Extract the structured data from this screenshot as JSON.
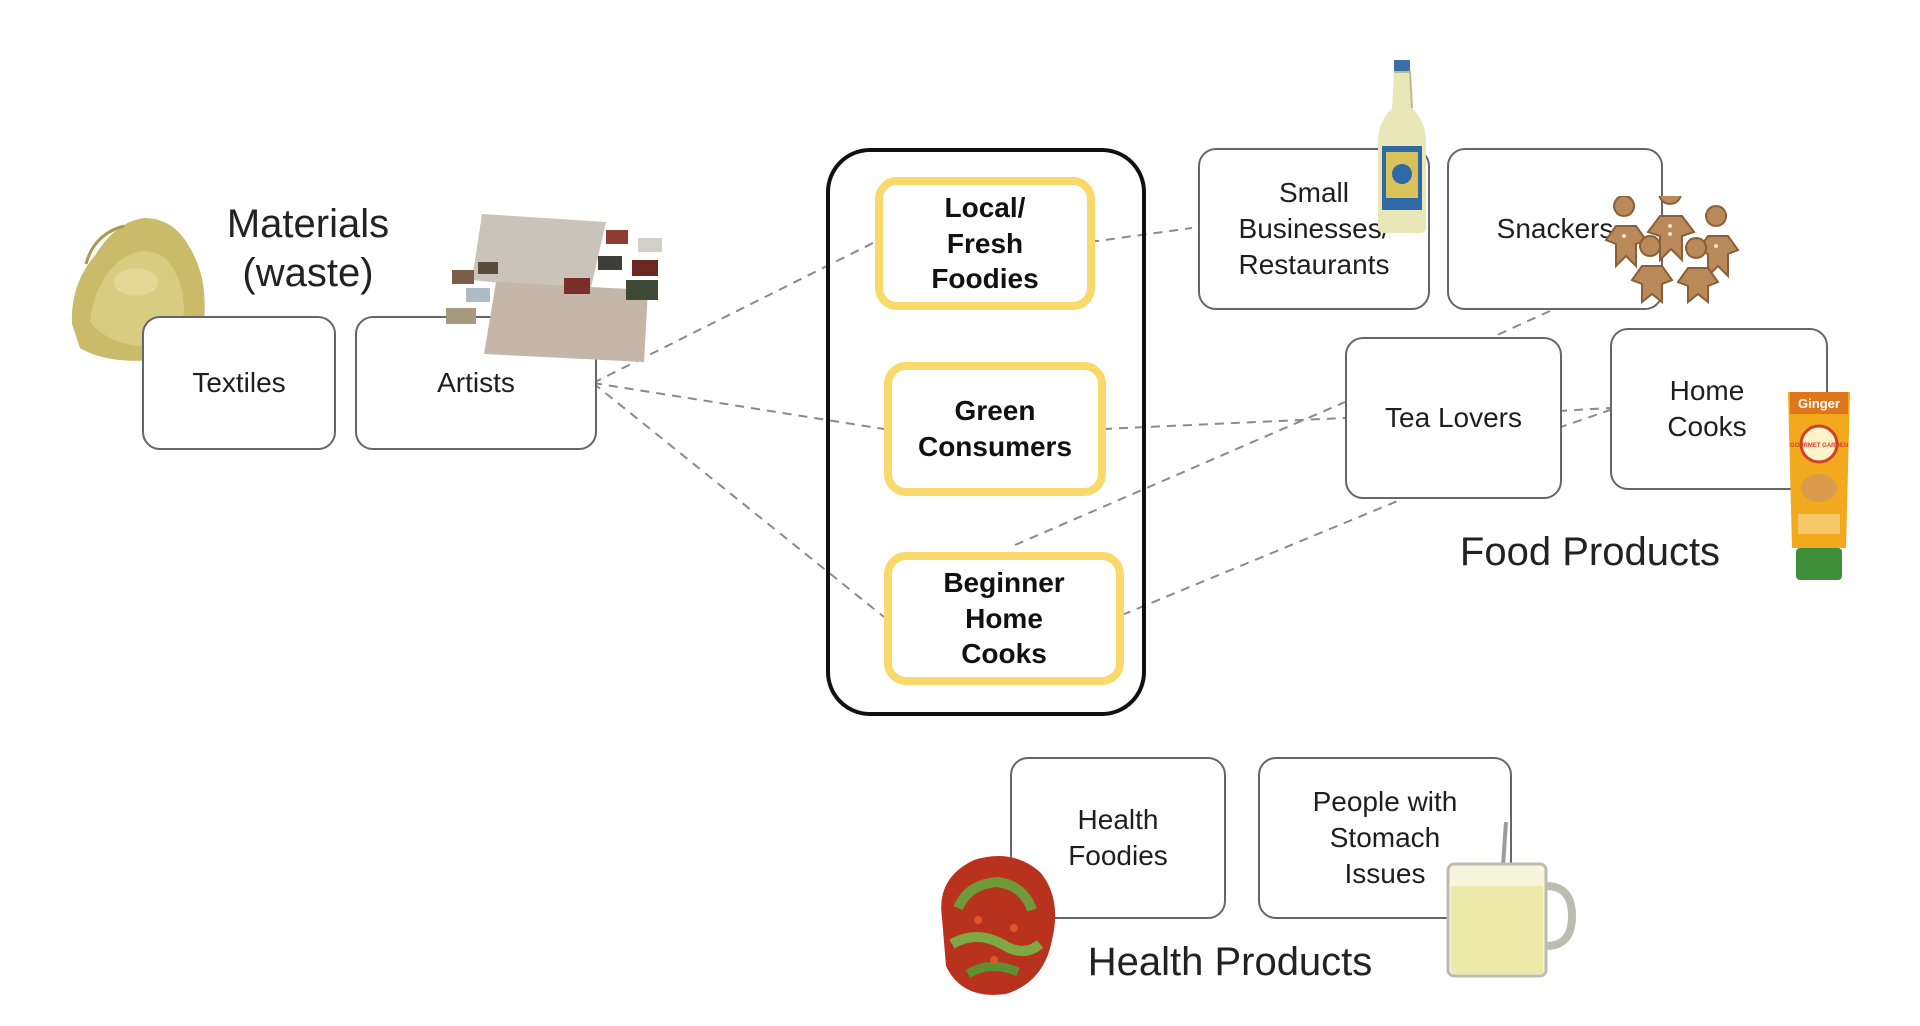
{
  "headings": {
    "materials": "Materials\n(waste)",
    "food_products": "Food Products",
    "health_products": "Health Products"
  },
  "material_nodes": {
    "textiles": "Textiles",
    "artists": "Artists"
  },
  "segments": {
    "local_fresh_foodies": "Local/\nFresh\nFoodies",
    "green_consumers": "Green\nConsumers",
    "beginner_home_cooks": "Beginner\nHome\nCooks"
  },
  "food_nodes": {
    "small_businesses": "Small\nBusinesses/\nRestaurants",
    "snackers": "Snackers",
    "tea_lovers": "Tea Lovers",
    "home_cooks": "Home\nCooks"
  },
  "health_nodes": {
    "health_foodies": "Health\nFoodies",
    "stomach_issues": "People with\nStomach\nIssues"
  },
  "images": {
    "powder": "ginger-powder-image",
    "tiles": "material-tiles-image",
    "bottle": "ginger-beer-bottle-image",
    "cookies": "gingerbread-cookies-image",
    "paste_tube": "ginger-paste-tube-image",
    "kimchi": "kimchi-image",
    "tea_mug": "ginger-tea-mug-image",
    "tube_brand": "Ginger",
    "tube_label": "GOURMET GARDEN"
  },
  "colors": {
    "segment_border": "#fad96b",
    "container_border": "#111111",
    "node_border": "#666666",
    "connector": "#8a8a8a"
  }
}
